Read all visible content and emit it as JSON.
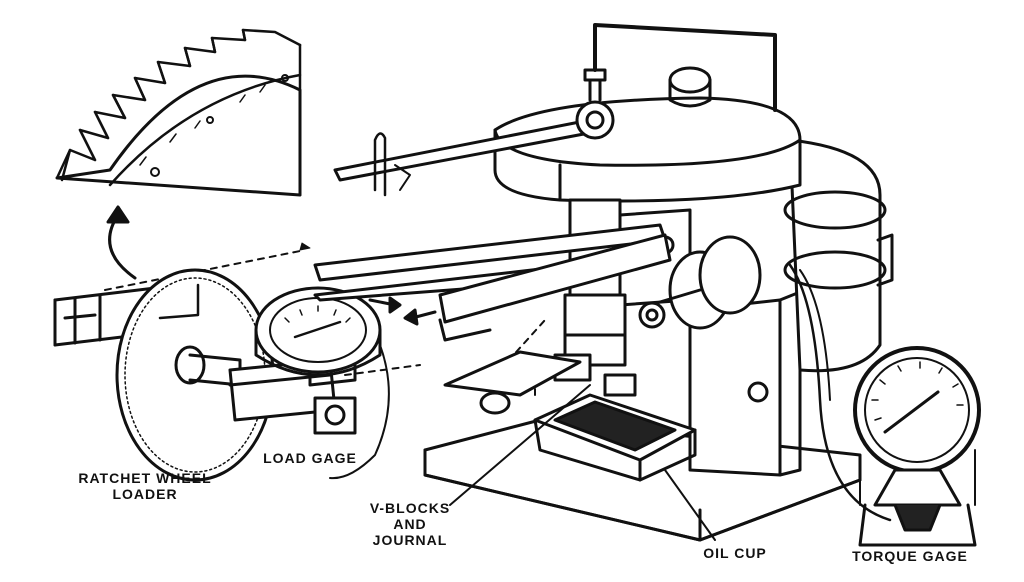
{
  "labels": {
    "ratchet_wheel_loader": [
      "RATCHET WHEEL",
      "LOADER"
    ],
    "load_gage": "LOAD GAGE",
    "v_blocks_journal": [
      "V-BLOCKS",
      "AND",
      "JOURNAL"
    ],
    "oil_cup": "OIL CUP",
    "torque_gage": "TORQUE GAGE"
  },
  "colors": {
    "ink": "#111111",
    "paper": "#ffffff"
  }
}
